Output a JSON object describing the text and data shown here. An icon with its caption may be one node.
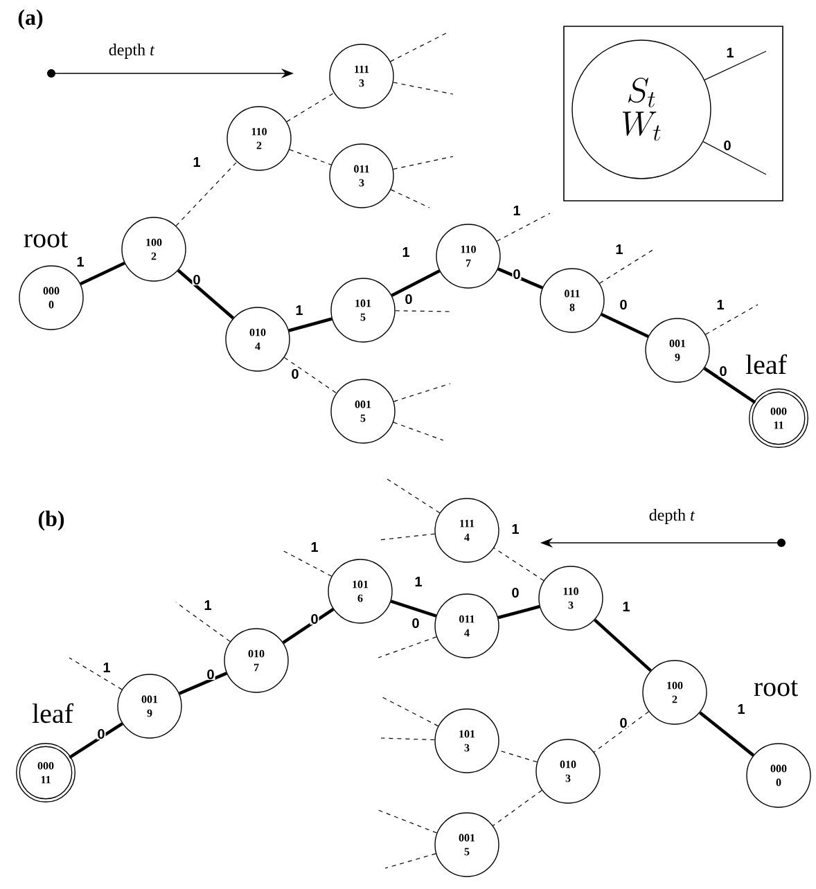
{
  "diagram": {
    "nodes": [
      {
        "text": [
          "000",
          "0"
        ],
        "beside": [
          "root"
        ]
      },
      {
        "text": [
          "100",
          "2"
        ]
      },
      {
        "text": [
          "110",
          "2"
        ]
      },
      {
        "text": [
          "111",
          "3"
        ]
      },
      {
        "text": [
          "011",
          "3"
        ]
      },
      {
        "text": [
          "010",
          "4"
        ]
      },
      {
        "text": [
          "101",
          "5"
        ]
      },
      {
        "text": [
          "001",
          "5"
        ]
      },
      {
        "text": [
          "110",
          "7"
        ]
      },
      {
        "text": [
          "011",
          "8"
        ]
      },
      {
        "text": [
          "001",
          "9"
        ]
      },
      {
        "text": [
          "000",
          "11"
        ],
        "beside": [
          "leaf"
        ]
      },
      {
        "text": [
          "000",
          "11"
        ],
        "beside": [
          "leaf"
        ]
      },
      {
        "text": [
          "001",
          "9"
        ]
      },
      {
        "text": [
          "010",
          "7"
        ]
      },
      {
        "text": [
          "101",
          "6"
        ]
      },
      {
        "text": [
          "111",
          "4"
        ]
      },
      {
        "text": [
          "011",
          "4"
        ]
      },
      {
        "text": [
          "110",
          "3"
        ]
      },
      {
        "text": [
          "100",
          "2"
        ]
      },
      {
        "text": [
          "000",
          "0"
        ],
        "beside": [
          "root"
        ]
      },
      {
        "text": [
          "101",
          "3"
        ]
      },
      {
        "text": [
          "010",
          "3"
        ]
      },
      {
        "text": [
          "001",
          "5"
        ]
      },
      {
        "text": [],
        "shape": "box"
      },
      {
        "text": [
          "S_t",
          "W_t"
        ],
        "in": 24
      }
    ],
    "edges": [
      {
        "from": 0,
        "to": 1,
        "arrow": "none",
        "label": "1",
        "style": "thick"
      },
      {
        "from": 1,
        "to": 2,
        "arrow": "none",
        "label": "1",
        "style": "dashed"
      },
      {
        "from": 1,
        "to": 5,
        "arrow": "none",
        "label": "0",
        "style": "thick"
      },
      {
        "from": 2,
        "to": 3,
        "arrow": "none",
        "style": "dashed"
      },
      {
        "from": 2,
        "to": 4,
        "arrow": "none",
        "style": "dashed"
      },
      {
        "from": 5,
        "to": 6,
        "arrow": "none",
        "label": "1",
        "style": "thick"
      },
      {
        "from": 5,
        "to": 7,
        "arrow": "none",
        "label": "0",
        "style": "dashed"
      },
      {
        "from": 6,
        "to": 8,
        "arrow": "none",
        "label": "1",
        "style": "thick"
      },
      {
        "from": 8,
        "to": 9,
        "arrow": "none",
        "label": "0",
        "style": "thick"
      },
      {
        "from": 9,
        "to": 10,
        "arrow": "none",
        "label": "0",
        "style": "thick"
      },
      {
        "from": 10,
        "to": 11,
        "arrow": "none",
        "label": "0",
        "style": "thick"
      },
      {
        "from": 3,
        "to": null,
        "arrow": "none",
        "style": "dashed"
      },
      {
        "from": 3,
        "to": null,
        "arrow": "none",
        "style": "dashed"
      },
      {
        "from": 4,
        "to": null,
        "arrow": "none",
        "style": "dashed"
      },
      {
        "from": 4,
        "to": null,
        "arrow": "none",
        "style": "dashed"
      },
      {
        "from": 6,
        "to": null,
        "arrow": "none",
        "label": "0",
        "style": "dashed"
      },
      {
        "from": 7,
        "to": null,
        "arrow": "none",
        "style": "dashed"
      },
      {
        "from": 7,
        "to": null,
        "arrow": "none",
        "style": "dashed"
      },
      {
        "from": 8,
        "to": null,
        "arrow": "none",
        "label": "1",
        "style": "dashed"
      },
      {
        "from": 9,
        "to": null,
        "arrow": "none",
        "label": "1",
        "style": "dashed"
      },
      {
        "from": 10,
        "to": null,
        "arrow": "none",
        "label": "1",
        "style": "dashed"
      },
      {
        "from": 20,
        "to": 19,
        "arrow": "none",
        "label": "1",
        "style": "thick"
      },
      {
        "from": 19,
        "to": 18,
        "arrow": "none",
        "label": "1",
        "style": "thick"
      },
      {
        "from": 19,
        "to": 22,
        "arrow": "none",
        "label": "0",
        "style": "dashed"
      },
      {
        "from": 18,
        "to": 17,
        "arrow": "none",
        "label": "0",
        "style": "thick"
      },
      {
        "from": 18,
        "to": 16,
        "arrow": "none",
        "label": "1",
        "style": "dashed"
      },
      {
        "from": 17,
        "to": 15,
        "arrow": "none",
        "label": "1",
        "style": "thick"
      },
      {
        "from": 15,
        "to": 14,
        "arrow": "none",
        "label": "0",
        "style": "thick"
      },
      {
        "from": 14,
        "to": 13,
        "arrow": "none",
        "label": "0",
        "style": "thick"
      },
      {
        "from": 13,
        "to": 12,
        "arrow": "none",
        "label": "0",
        "style": "thick"
      },
      {
        "from": 22,
        "to": 21,
        "arrow": "none",
        "style": "dashed"
      },
      {
        "from": 22,
        "to": 23,
        "arrow": "none",
        "style": "dashed"
      },
      {
        "from": 16,
        "to": null,
        "arrow": "none",
        "style": "dashed"
      },
      {
        "from": 16,
        "to": null,
        "arrow": "none",
        "style": "dashed"
      },
      {
        "from": 17,
        "to": null,
        "arrow": "none",
        "label": "0",
        "style": "dashed"
      },
      {
        "from": 15,
        "to": null,
        "arrow": "none",
        "label": "1",
        "style": "dashed"
      },
      {
        "from": 14,
        "to": null,
        "arrow": "none",
        "label": "1",
        "style": "dashed"
      },
      {
        "from": 13,
        "to": null,
        "arrow": "none",
        "label": "1",
        "style": "dashed"
      },
      {
        "from": 21,
        "to": null,
        "arrow": "none",
        "style": "dashed"
      },
      {
        "from": 21,
        "to": null,
        "arrow": "none",
        "style": "dashed"
      },
      {
        "from": 23,
        "to": null,
        "arrow": "none",
        "style": "dashed"
      },
      {
        "from": 23,
        "to": null,
        "arrow": "none",
        "style": "dashed"
      },
      {
        "from": 25,
        "to": null,
        "arrow": "none",
        "label": "1"
      },
      {
        "from": 25,
        "to": null,
        "arrow": "none",
        "label": "0"
      }
    ],
    "labels": [
      "(a)",
      "depth *t*",
      "(b)",
      "depth *t*"
    ]
  }
}
